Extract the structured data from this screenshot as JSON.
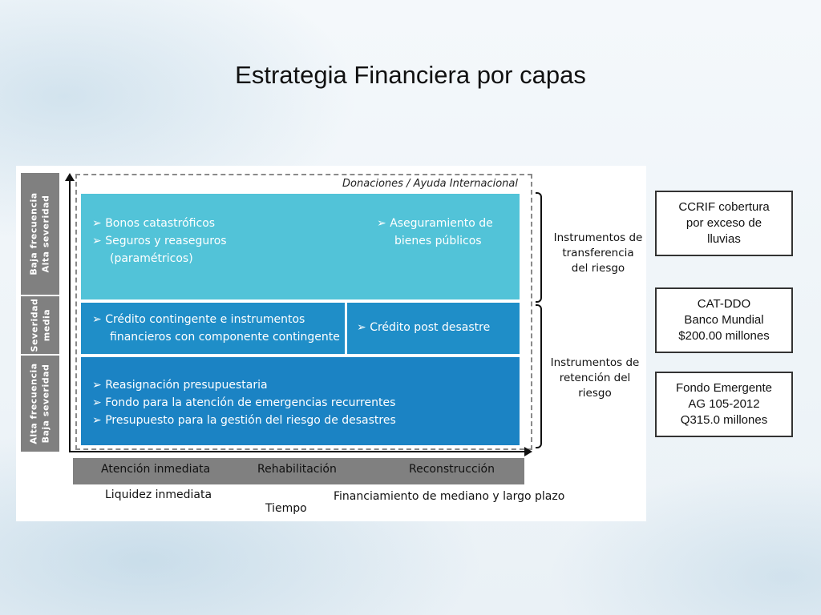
{
  "slide": {
    "title": "Estrategia Financiera por capas"
  },
  "diagram": {
    "y_axis_labels": {
      "top": {
        "line1": "Baja frecuencia",
        "line2": "Alta severidad"
      },
      "middle": {
        "line1": "Severidad",
        "line2": "media"
      },
      "bottom": {
        "line1": "Alta frecuencia",
        "line2": "Baja severidad"
      }
    },
    "outer_label": "Donaciones / Ayuda Internacional",
    "top_left_items": [
      "Bonos catastróficos",
      "Seguros y reaseguros"
    ],
    "top_left_continuation": "(paramétricos)",
    "top_right_line1": "Aseguramiento de",
    "top_right_line2": "bienes públicos",
    "mid_left_line1": "Crédito contingente e instrumentos",
    "mid_left_line2": "financieros con componente contingente",
    "mid_right": "Crédito post desastre",
    "bottom_items": [
      "Reasignación presupuestaria",
      "Fondo para la atención de emergencias recurrentes",
      "Presupuesto para la gestión del riesgo de desastres"
    ],
    "bullet_symbol": "➢",
    "phases": [
      "Atención inmediata",
      "Rehabilitación",
      "Reconstrucción"
    ],
    "liquidity_label": "Liquidez inmediata",
    "financing_label": "Financiamiento de mediano y largo plazo",
    "x_axis_label": "Tiempo",
    "bracket_transfer": {
      "line1": "Instrumentos de",
      "line2": "transferencia",
      "line3": "del riesgo"
    },
    "bracket_retention": {
      "line1": "Instrumentos de",
      "line2": "retención del",
      "line3": "riesgo"
    },
    "colors": {
      "light_blue": "#52c3d8",
      "mid_blue": "#1f8ec8",
      "dark_blue": "#1b83c4",
      "gray": "#808080"
    }
  },
  "side_boxes": [
    {
      "line1": "CCRIF cobertura",
      "line2": "por exceso de",
      "line3": "lluvias"
    },
    {
      "line1": "CAT-DDO",
      "line2": "Banco Mundial",
      "line3": "$200.00 millones"
    },
    {
      "line1": "Fondo Emergente",
      "line2": "AG 105-2012",
      "line3": "Q315.0 millones"
    }
  ]
}
